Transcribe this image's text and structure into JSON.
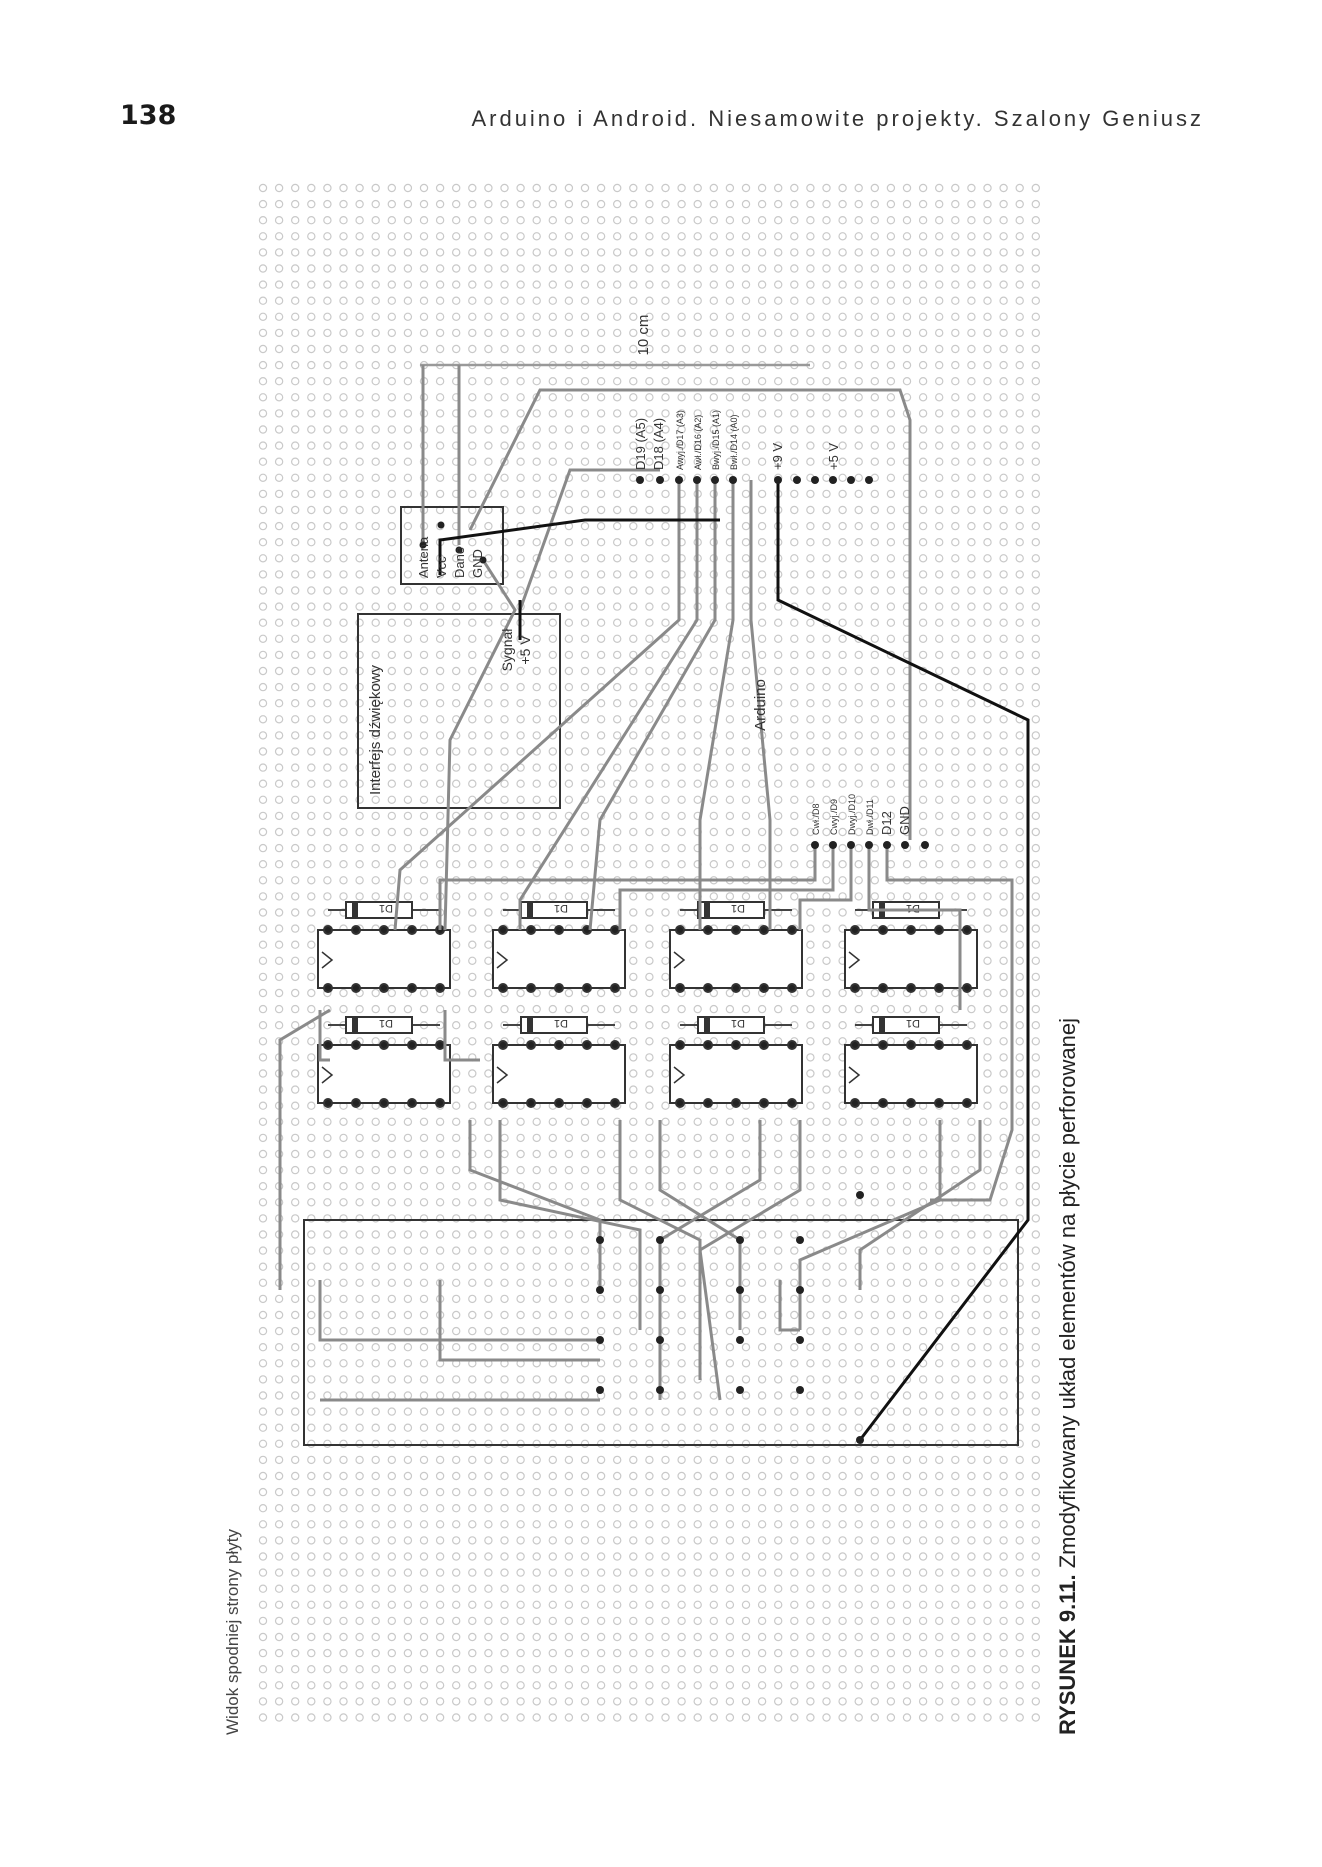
{
  "header": {
    "page_number": "138",
    "running_title": "Arduino i Android. Niesamowite projekty. Szalony Geniusz"
  },
  "figure": {
    "view_label": "Widok spodniej strony płyty",
    "caption_label": "RYSUNEK 9.11.",
    "caption_text": "Zmodyfikowany układ elementów na płycie perforowanej",
    "scale_label": "10 cm",
    "arduino_label": "Arduino",
    "audio_interface_label": "Interfejs dźwiękowy",
    "audio_signal_label": "Sygnał",
    "audio_5v_label": "+5 V",
    "receiver_pins": [
      "Antena",
      "Vcc",
      "Dane",
      "GND"
    ],
    "arduino_top_pins": [
      "D19 (A5)",
      "D18 (A4)",
      "Awyj./D17 (A3)",
      "Awł./D16 (A2)",
      "Bwyj./D15 (A1)",
      "Bwł./D14 (A0)",
      "+9 V",
      "+5 V"
    ],
    "arduino_bottom_pins": [
      "Cwł./D8",
      "Cwyj./D9",
      "Dwyj./D10",
      "Dwł./D11",
      "D12",
      "GND"
    ],
    "diode_label": "D1"
  }
}
